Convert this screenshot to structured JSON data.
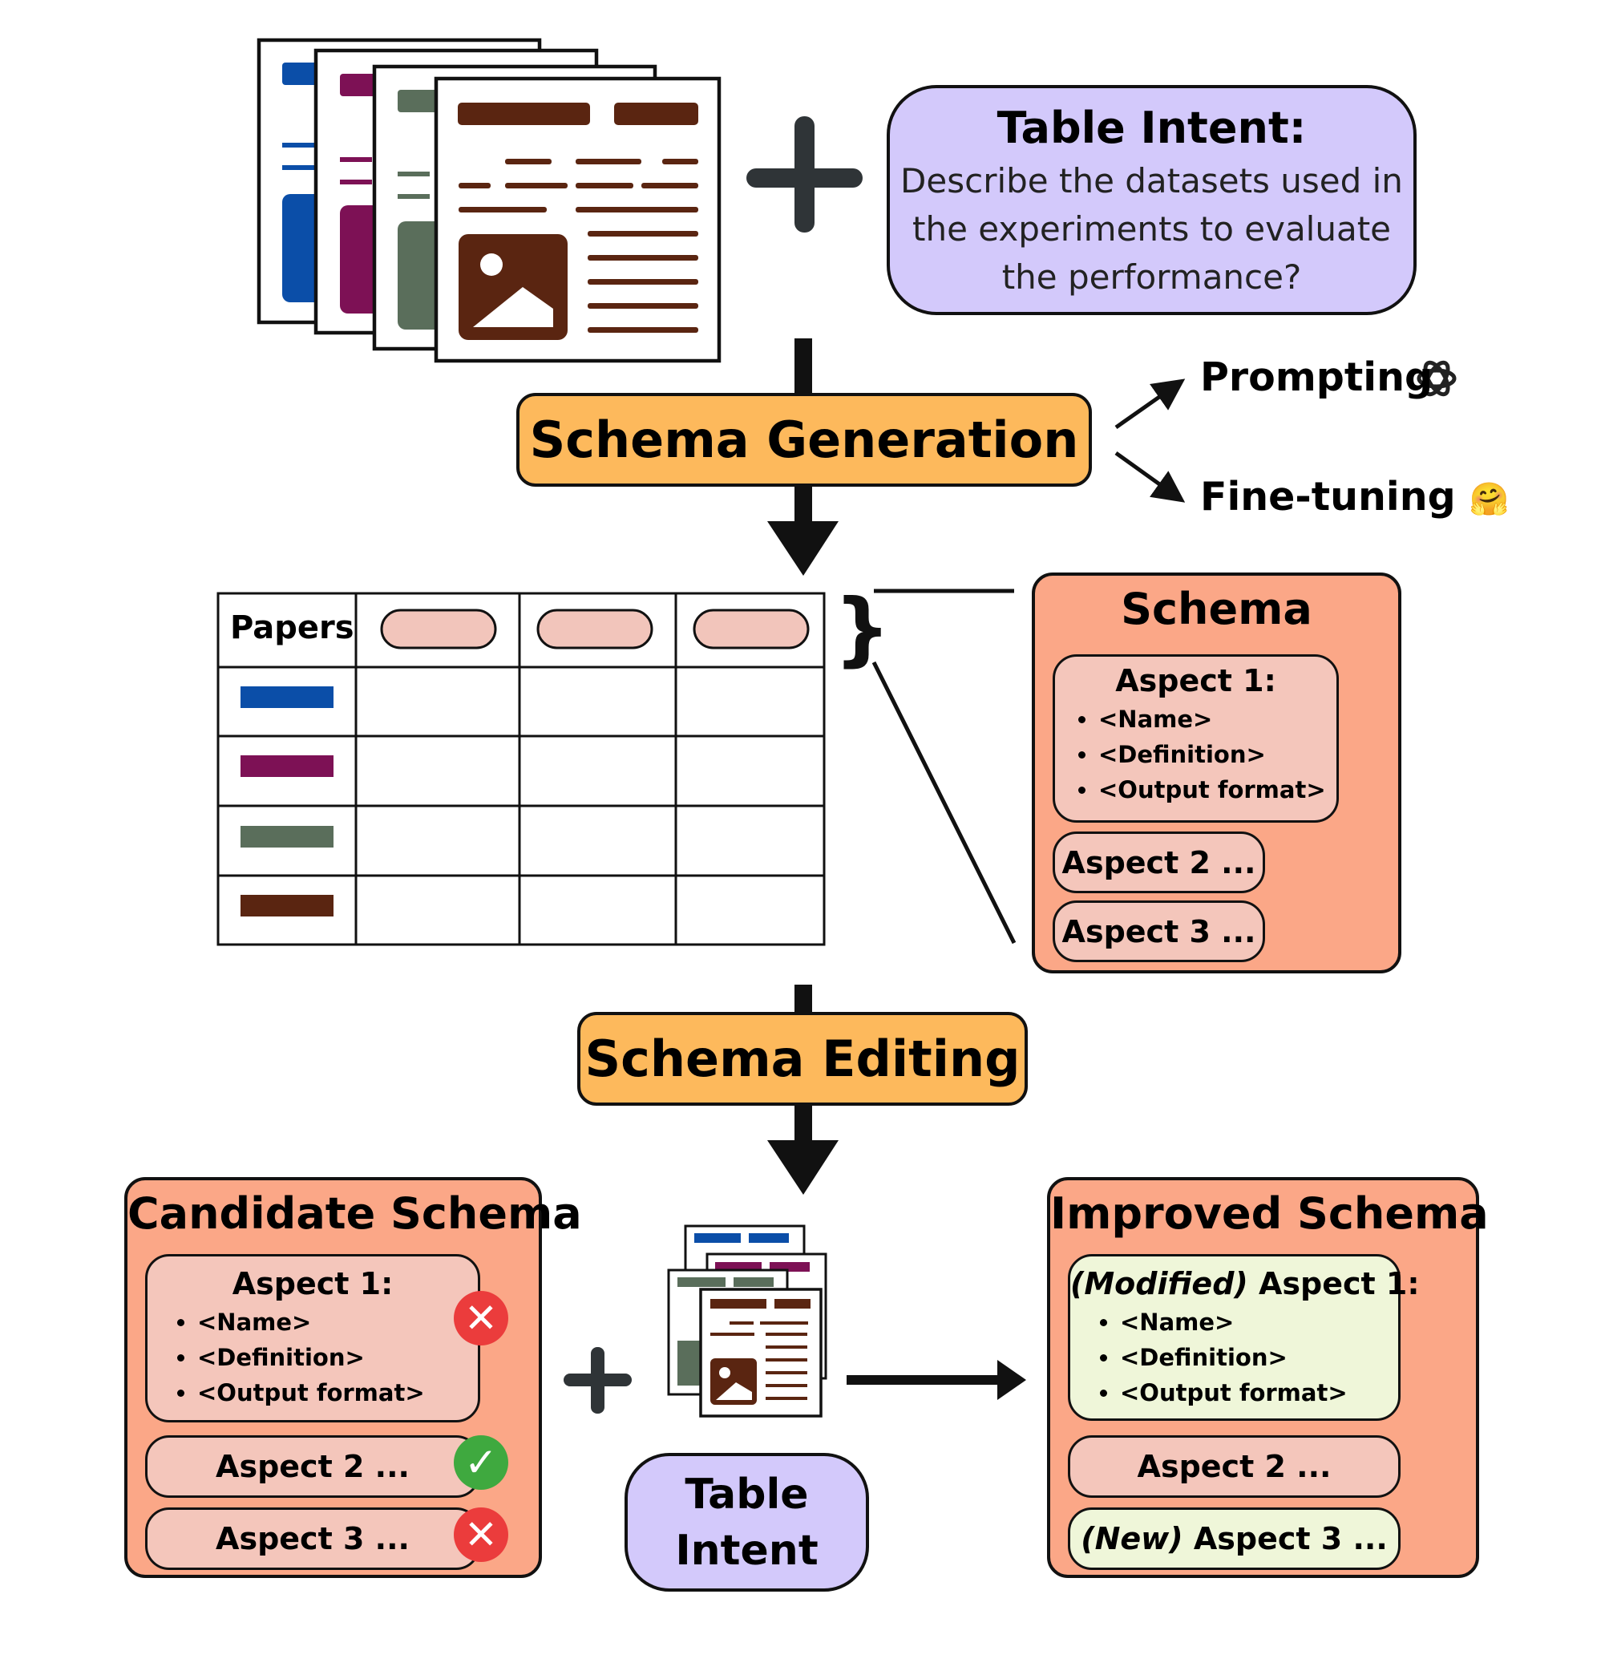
{
  "table_intent": {
    "title": "Table Intent:",
    "description": "Describe the datasets used in the experiments to evaluate the performance?"
  },
  "schema_generation": {
    "label": "Schema Generation"
  },
  "methods": [
    {
      "label": "Prompting",
      "icon": "openai-logo-icon"
    },
    {
      "label": "Fine-tuning",
      "icon": "hugging-face-emoji-icon",
      "emoji": "🤗"
    }
  ],
  "table": {
    "header": "Papers",
    "row_colors": [
      "#0b4ea8",
      "#7d1155",
      "#5a6e5b",
      "#5a2511"
    ]
  },
  "schema": {
    "title": "Schema",
    "aspect1": {
      "title": "Aspect 1:",
      "items": [
        "<Name>",
        "<Definition>",
        "<Output format>"
      ]
    },
    "aspect2": "Aspect 2 ...",
    "aspect3": "Aspect 3 ..."
  },
  "schema_editing": {
    "label": "Schema Editing"
  },
  "candidate_schema": {
    "title": "Candidate Schema",
    "aspect1": {
      "title": "Aspect 1:",
      "items": [
        "<Name>",
        "<Definition>",
        "<Output format>"
      ],
      "status": "rejected"
    },
    "aspect2": {
      "label": "Aspect 2 ...",
      "status": "accepted"
    },
    "aspect3": {
      "label": "Aspect 3 ...",
      "status": "rejected"
    }
  },
  "table_intent_small": {
    "line1": "Table",
    "line2": "Intent"
  },
  "improved_schema": {
    "title": "Improved Schema",
    "aspect1": {
      "prefix": "(Modified)",
      "title": " Aspect 1:",
      "items": [
        "<Name>",
        "<Definition>",
        "<Output format>"
      ]
    },
    "aspect2": "Aspect 2 ...",
    "aspect3": {
      "prefix": "(New)",
      "label": " Aspect 3 ..."
    }
  },
  "colors": {
    "paper_blue": "#0b4ea8",
    "paper_purple": "#7d1155",
    "paper_green": "#5a6e5b",
    "paper_brown": "#5a2511",
    "intent_lavender": "#d3c9fb",
    "step_orange": "#fdb95c",
    "schema_salmon": "#fba787",
    "aspect_pink": "#f4c6bb",
    "aspect_green": "#eff6d9",
    "header_pill": "#f2c5bb",
    "reject_red": "#eb3c3c",
    "accept_green": "#3fa93f"
  }
}
